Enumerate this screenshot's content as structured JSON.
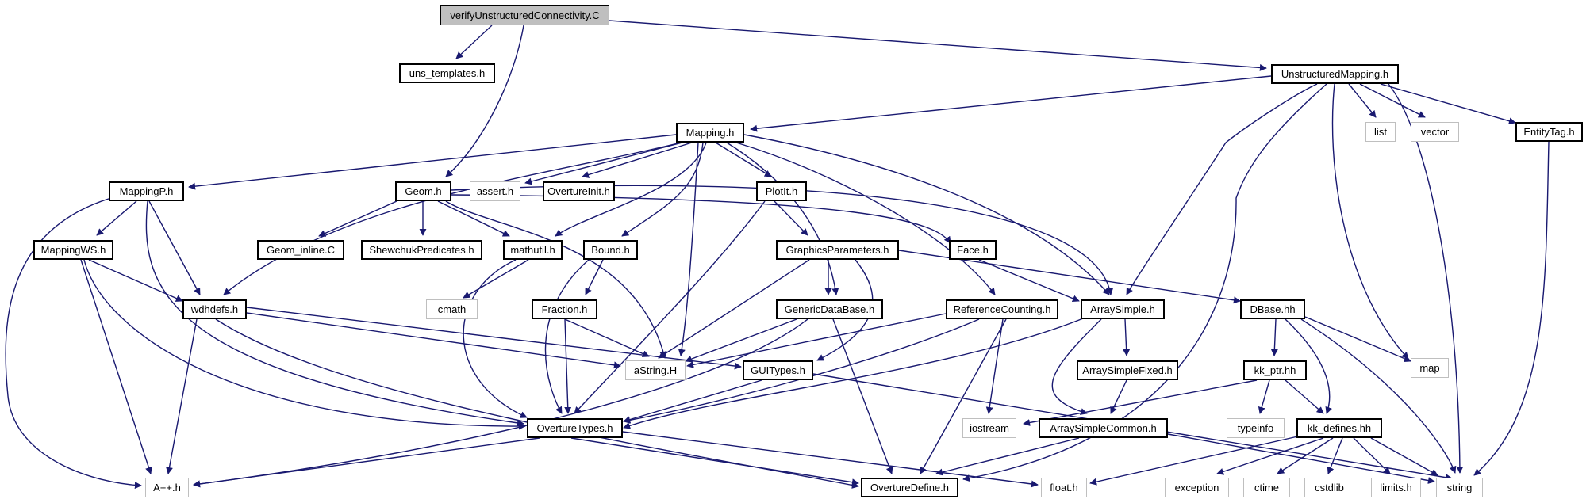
{
  "colors": {
    "edge": "#191970",
    "root_fill": "#bfbfbf",
    "system_border": "#bfbfbf",
    "node_border": "#000000"
  },
  "nodes": {
    "verify": "verifyUnstructuredConnectivity.C",
    "uns_templates": "uns_templates.h",
    "unstructured_mapping": "UnstructuredMapping.h",
    "mapping": "Mapping.h",
    "list": "list",
    "vector": "vector",
    "entitytag": "EntityTag.h",
    "mappingp": "MappingP.h",
    "geom": "Geom.h",
    "assert": "assert.h",
    "overtureinit": "OvertureInit.h",
    "plotit": "PlotIt.h",
    "mappingws": "MappingWS.h",
    "geom_inline": "Geom_inline.C",
    "shewchuk": "ShewchukPredicates.h",
    "mathutil": "mathutil.h",
    "bound": "Bound.h",
    "graphicsparameters": "GraphicsParameters.h",
    "face": "Face.h",
    "wdhdefs": "wdhdefs.h",
    "cmath": "cmath",
    "fraction": "Fraction.h",
    "genericdatabase": "GenericDataBase.h",
    "referencecounting": "ReferenceCounting.h",
    "arraysimple": "ArraySimple.h",
    "dbase": "DBase.hh",
    "map": "map",
    "astring": "aString.H",
    "guitypes": "GUITypes.h",
    "arraysimplefixed": "ArraySimpleFixed.h",
    "kk_ptr": "kk_ptr.hh",
    "overturetypes": "OvertureTypes.h",
    "iostream": "iostream",
    "arraysimplecommon": "ArraySimpleCommon.h",
    "typeinfo": "typeinfo",
    "kk_defines": "kk_defines.hh",
    "app": "A++.h",
    "overturedefine": "OvertureDefine.h",
    "float": "float.h",
    "exception": "exception",
    "ctime": "ctime",
    "cstdlib": "cstdlib",
    "limits": "limits.h",
    "string": "string"
  }
}
